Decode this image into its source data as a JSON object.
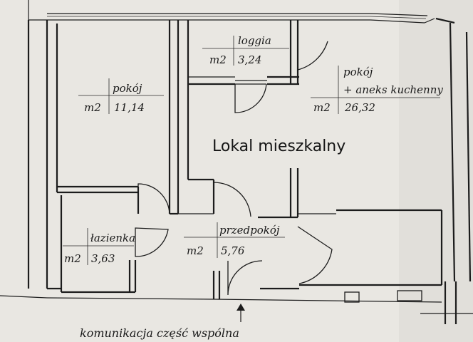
{
  "plan": {
    "title": "Lokal mieszkalny",
    "footer": "komunikacja  część wspólna",
    "unit": "m2",
    "rooms": [
      {
        "name": "loggia",
        "area": "3,24"
      },
      {
        "name": "pokój",
        "area": "11,14"
      },
      {
        "name": "pokój",
        "name2": "+ aneks kuchenny",
        "area": "26,32"
      },
      {
        "name": "łazienka",
        "area": "3,63"
      },
      {
        "name": "przedpokój",
        "area": "5,76"
      }
    ]
  }
}
